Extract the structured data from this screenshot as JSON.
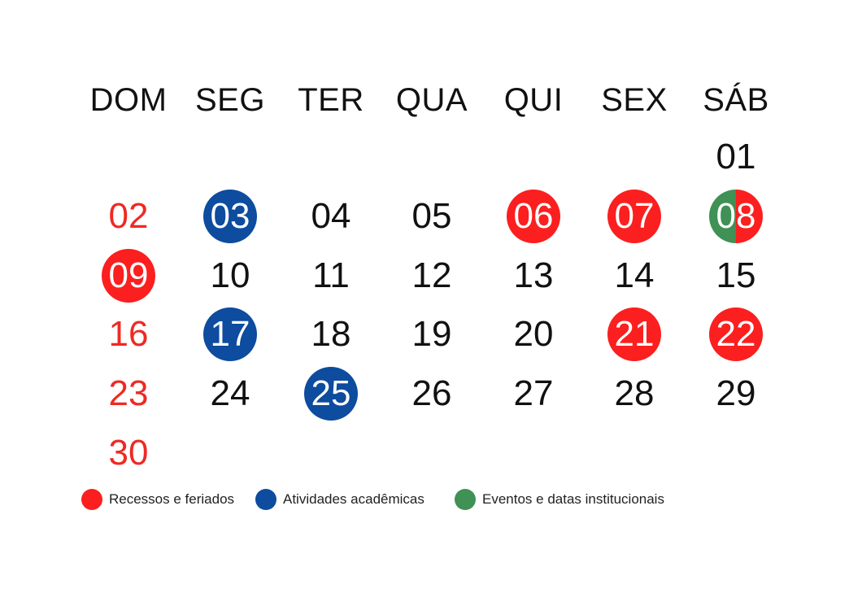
{
  "weekdays": [
    "DOM",
    "SEG",
    "TER",
    "QUA",
    "QUI",
    "SEX",
    "SÁB"
  ],
  "days": [
    {
      "label": "01",
      "col": 6,
      "row": 0,
      "type": "normal"
    },
    {
      "label": "02",
      "col": 0,
      "row": 1,
      "type": "sunday"
    },
    {
      "label": "03",
      "col": 1,
      "row": 1,
      "type": "academic"
    },
    {
      "label": "04",
      "col": 2,
      "row": 1,
      "type": "normal"
    },
    {
      "label": "05",
      "col": 3,
      "row": 1,
      "type": "normal"
    },
    {
      "label": "06",
      "col": 4,
      "row": 1,
      "type": "holiday"
    },
    {
      "label": "07",
      "col": 5,
      "row": 1,
      "type": "holiday"
    },
    {
      "label": "08",
      "col": 6,
      "row": 1,
      "type": "split"
    },
    {
      "label": "09",
      "col": 0,
      "row": 2,
      "type": "holiday"
    },
    {
      "label": "10",
      "col": 1,
      "row": 2,
      "type": "normal"
    },
    {
      "label": "11",
      "col": 2,
      "row": 2,
      "type": "normal"
    },
    {
      "label": "12",
      "col": 3,
      "row": 2,
      "type": "normal"
    },
    {
      "label": "13",
      "col": 4,
      "row": 2,
      "type": "normal"
    },
    {
      "label": "14",
      "col": 5,
      "row": 2,
      "type": "normal"
    },
    {
      "label": "15",
      "col": 6,
      "row": 2,
      "type": "normal"
    },
    {
      "label": "16",
      "col": 0,
      "row": 3,
      "type": "sunday"
    },
    {
      "label": "17",
      "col": 1,
      "row": 3,
      "type": "academic"
    },
    {
      "label": "18",
      "col": 2,
      "row": 3,
      "type": "normal"
    },
    {
      "label": "19",
      "col": 3,
      "row": 3,
      "type": "normal"
    },
    {
      "label": "20",
      "col": 4,
      "row": 3,
      "type": "normal"
    },
    {
      "label": "21",
      "col": 5,
      "row": 3,
      "type": "holiday"
    },
    {
      "label": "22",
      "col": 6,
      "row": 3,
      "type": "holiday"
    },
    {
      "label": "23",
      "col": 0,
      "row": 4,
      "type": "sunday"
    },
    {
      "label": "24",
      "col": 1,
      "row": 4,
      "type": "normal"
    },
    {
      "label": "25",
      "col": 2,
      "row": 4,
      "type": "academic"
    },
    {
      "label": "26",
      "col": 3,
      "row": 4,
      "type": "normal"
    },
    {
      "label": "27",
      "col": 4,
      "row": 4,
      "type": "normal"
    },
    {
      "label": "28",
      "col": 5,
      "row": 4,
      "type": "normal"
    },
    {
      "label": "29",
      "col": 6,
      "row": 4,
      "type": "normal"
    },
    {
      "label": "30",
      "col": 0,
      "row": 5,
      "type": "sunday"
    }
  ],
  "legend": [
    {
      "label": "Recessos e feriados",
      "color": "#fb1f1f"
    },
    {
      "label": "Atividades acadêmicas",
      "color": "#0d4c9e"
    },
    {
      "label": "Eventos e datas institucionais",
      "color": "#3f9155"
    }
  ]
}
